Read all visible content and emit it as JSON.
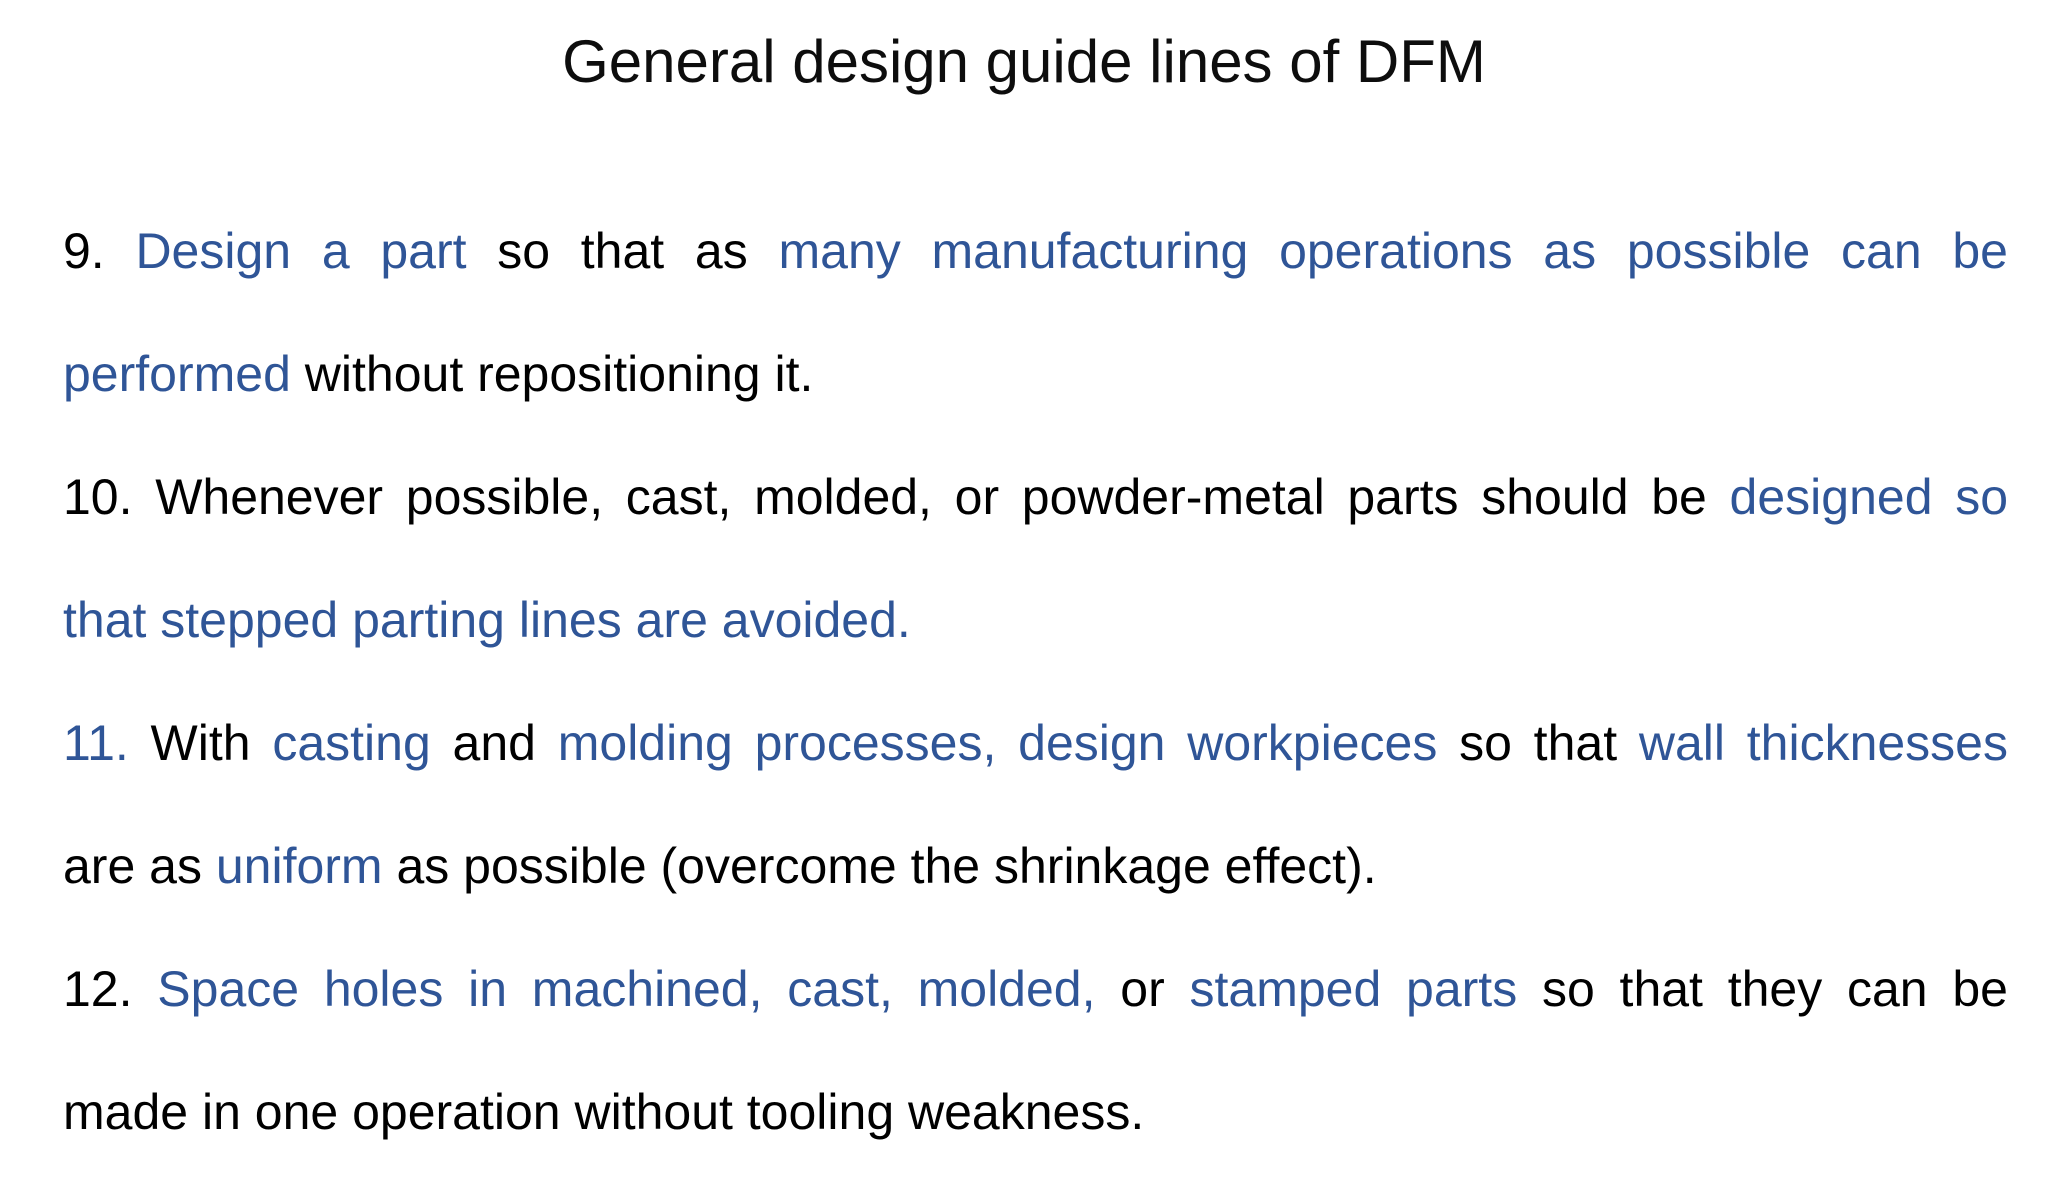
{
  "title": "General design guide lines of DFM",
  "colors": {
    "background": "#ffffff",
    "text_black": "#000000",
    "accent_blue": "#2f5597"
  },
  "items": [
    {
      "number": "9",
      "lines": [
        {
          "justify": true,
          "segments": [
            {
              "text": "9. ",
              "color": "black"
            },
            {
              "text": "Design a part",
              "color": "blue"
            },
            {
              "text": " so that as ",
              "color": "black"
            },
            {
              "text": "many manufacturing operations as possible can be",
              "color": "blue"
            }
          ]
        },
        {
          "justify": false,
          "segments": [
            {
              "text": "performed",
              "color": "blue"
            },
            {
              "text": " without repositioning it.",
              "color": "black"
            }
          ]
        }
      ]
    },
    {
      "number": "10",
      "lines": [
        {
          "justify": true,
          "segments": [
            {
              "text": "10. Whenever possible, cast, molded, or powder-metal parts should be ",
              "color": "black"
            },
            {
              "text": "designed so",
              "color": "blue"
            }
          ]
        },
        {
          "justify": false,
          "segments": [
            {
              "text": "that stepped parting lines are avoided.",
              "color": "blue"
            }
          ]
        }
      ]
    },
    {
      "number": "11",
      "lines": [
        {
          "justify": true,
          "segments": [
            {
              "text": "11.",
              "color": "blue"
            },
            {
              "text": " With ",
              "color": "black"
            },
            {
              "text": "casting",
              "color": "blue"
            },
            {
              "text": " and ",
              "color": "black"
            },
            {
              "text": "molding processes, design workpieces",
              "color": "blue"
            },
            {
              "text": " so that ",
              "color": "black"
            },
            {
              "text": "wall thicknesses",
              "color": "blue"
            }
          ]
        },
        {
          "justify": false,
          "segments": [
            {
              "text": "are as ",
              "color": "black"
            },
            {
              "text": "uniform",
              "color": "blue"
            },
            {
              "text": " as possible (overcome the shrinkage effect).",
              "color": "black"
            }
          ]
        }
      ]
    },
    {
      "number": "12",
      "lines": [
        {
          "justify": true,
          "segments": [
            {
              "text": "12. ",
              "color": "black"
            },
            {
              "text": "Space holes in machined, cast, molded,",
              "color": "blue"
            },
            {
              "text": " or ",
              "color": "black"
            },
            {
              "text": "stamped parts",
              "color": "blue"
            },
            {
              "text": " so that they can be",
              "color": "black"
            }
          ]
        },
        {
          "justify": false,
          "segments": [
            {
              "text": "made in one operation without tooling weakness.",
              "color": "black"
            }
          ]
        }
      ]
    }
  ]
}
